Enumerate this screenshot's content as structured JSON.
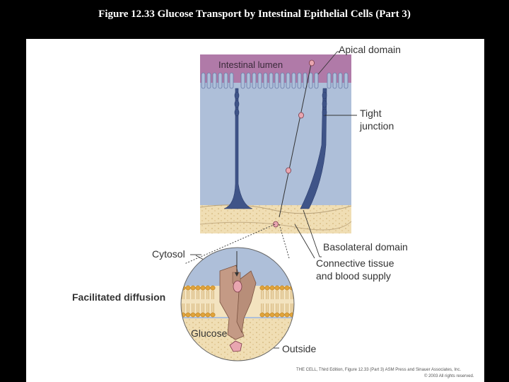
{
  "title": "Figure 12.33  Glucose Transport by Intestinal Epithelial Cells (Part 3)",
  "labels": {
    "intestinal_lumen": "Intestinal lumen",
    "apical_domain": "Apical domain",
    "tight_junction_1": "Tight",
    "tight_junction_2": "junction",
    "cytosol": "Cytosol",
    "basolateral_domain": "Basolateral domain",
    "connective_tissue_1": "Connective tissue",
    "connective_tissue_2": "and blood supply",
    "facilitated_diffusion": "Facilitated diffusion",
    "glucose": "Glucose",
    "outside": "Outside"
  },
  "credit": {
    "line1": "THE CELL, Third Edition, Figure 12.33 (Part 3)  ASM Press and Sinauer Associates, Inc.",
    "line2": "© 2003 All rights reserved."
  },
  "colors": {
    "lumen": "#b07aa8",
    "cytoplasm": "#aebfd9",
    "connective": "#f0deb4",
    "membrane_head": "#e0a33a",
    "transporter": "#c49a85",
    "glucose": "#e9a6b0",
    "nucleus": "#3f5488"
  }
}
